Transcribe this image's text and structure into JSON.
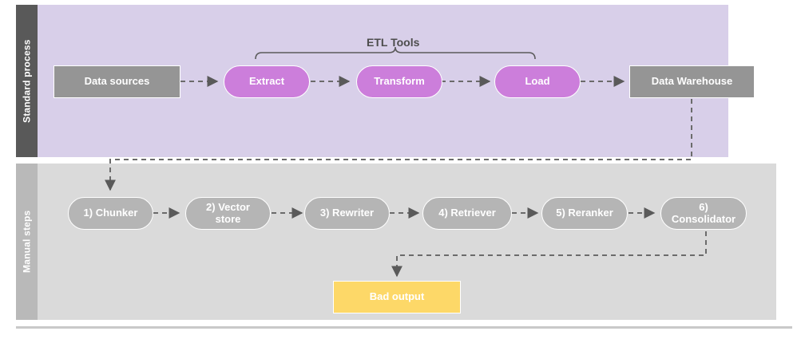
{
  "diagram": {
    "title": "ETL and manual RAG pipeline swimlane diagram",
    "lanes": [
      {
        "id": "standard-process",
        "label": "Standard process",
        "background": "#D8CFE9",
        "label_background": "#595959"
      },
      {
        "id": "manual-steps",
        "label": "Manual steps",
        "background": "#DADADA",
        "label_background": "#B9B9B9"
      }
    ],
    "annotations": [
      {
        "id": "etl-tools",
        "label": "ETL Tools",
        "spans": [
          "extract",
          "transform",
          "load"
        ],
        "color": "#4D4D4D"
      }
    ],
    "nodes": [
      {
        "id": "data-sources",
        "label": "Data sources",
        "lane": "standard-process",
        "shape": "rect",
        "color": "#959595"
      },
      {
        "id": "extract",
        "label": "Extract",
        "lane": "standard-process",
        "shape": "pill",
        "color": "#CC7EDB"
      },
      {
        "id": "transform",
        "label": "Transform",
        "lane": "standard-process",
        "shape": "pill",
        "color": "#CC7EDB"
      },
      {
        "id": "load",
        "label": "Load",
        "lane": "standard-process",
        "shape": "pill",
        "color": "#CC7EDB"
      },
      {
        "id": "data-warehouse",
        "label": "Data Warehouse",
        "lane": "standard-process",
        "shape": "rect",
        "color": "#959595"
      },
      {
        "id": "chunker",
        "label": "1) Chunker",
        "lane": "manual-steps",
        "shape": "pill",
        "color": "#B5B5B5"
      },
      {
        "id": "vector-store",
        "label": "2) Vector store",
        "lane": "manual-steps",
        "shape": "pill",
        "color": "#B5B5B5"
      },
      {
        "id": "rewriter",
        "label": "3) Rewriter",
        "lane": "manual-steps",
        "shape": "pill",
        "color": "#B5B5B5"
      },
      {
        "id": "retriever",
        "label": "4) Retriever",
        "lane": "manual-steps",
        "shape": "pill",
        "color": "#B5B5B5"
      },
      {
        "id": "reranker",
        "label": "5) Reranker",
        "lane": "manual-steps",
        "shape": "pill",
        "color": "#B5B5B5"
      },
      {
        "id": "consolidator",
        "label": "6) Consolidator",
        "lane": "manual-steps",
        "shape": "pill",
        "color": "#B5B5B5"
      },
      {
        "id": "bad-output",
        "label": "Bad output",
        "lane": "manual-steps",
        "shape": "rect",
        "color": "#FDD868"
      }
    ],
    "edges": [
      {
        "from": "data-sources",
        "to": "extract",
        "style": "dashed",
        "arrow": true
      },
      {
        "from": "extract",
        "to": "transform",
        "style": "dashed",
        "arrow": true
      },
      {
        "from": "transform",
        "to": "load",
        "style": "dashed",
        "arrow": true
      },
      {
        "from": "load",
        "to": "data-warehouse",
        "style": "dashed",
        "arrow": true
      },
      {
        "from": "data-warehouse",
        "to": "chunker",
        "style": "dashed",
        "arrow": true
      },
      {
        "from": "chunker",
        "to": "vector-store",
        "style": "dashed",
        "arrow": true
      },
      {
        "from": "vector-store",
        "to": "rewriter",
        "style": "dashed",
        "arrow": true
      },
      {
        "from": "rewriter",
        "to": "retriever",
        "style": "dashed",
        "arrow": true
      },
      {
        "from": "retriever",
        "to": "reranker",
        "style": "dashed",
        "arrow": true
      },
      {
        "from": "reranker",
        "to": "consolidator",
        "style": "dashed",
        "arrow": true
      },
      {
        "from": "consolidator",
        "to": "bad-output",
        "style": "dashed",
        "arrow": true
      }
    ],
    "edge_color": "#6B6B6B"
  }
}
